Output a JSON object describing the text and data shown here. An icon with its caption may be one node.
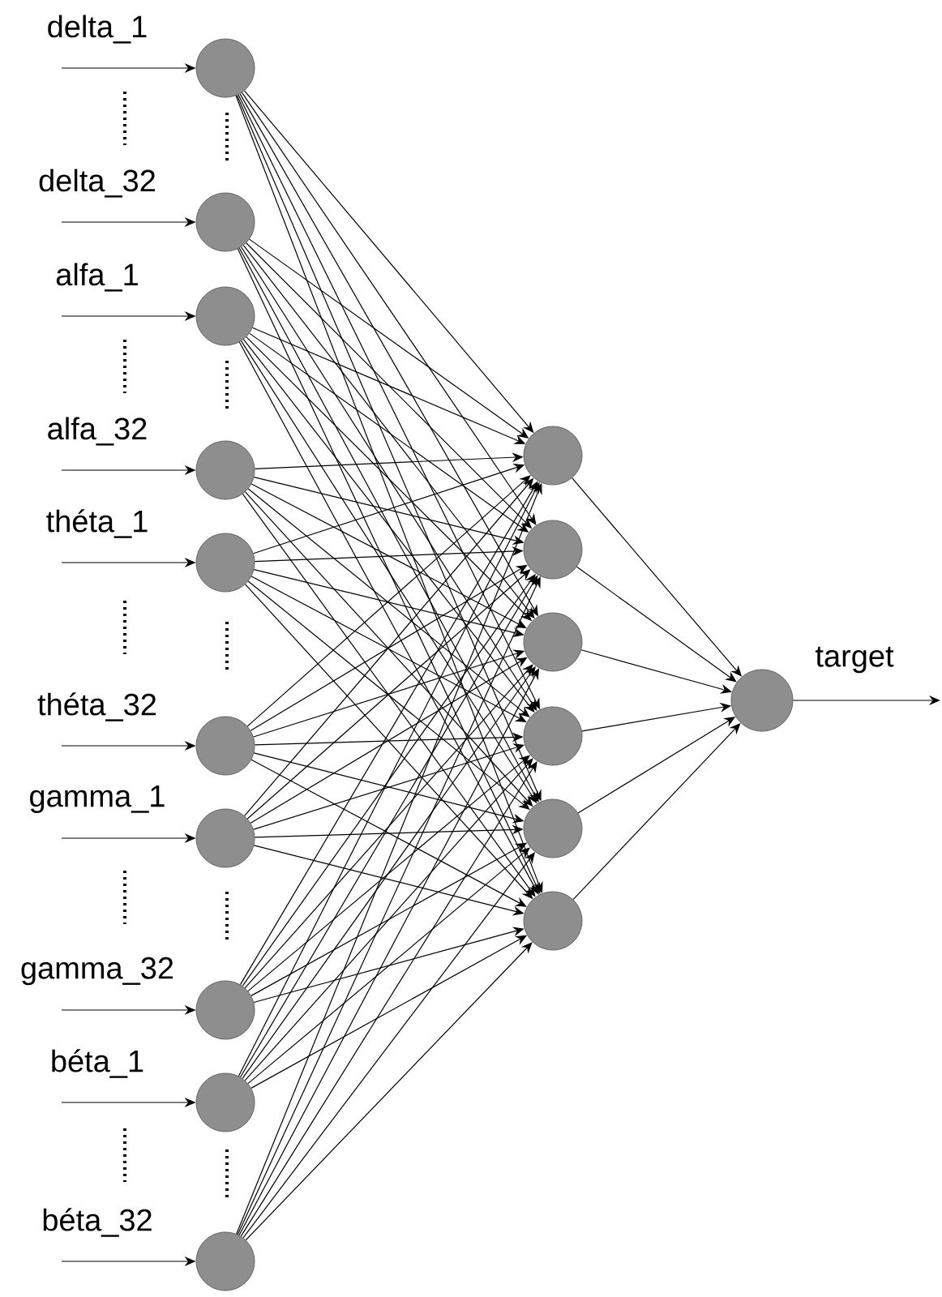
{
  "diagram": {
    "nodes": [
      {
        "text": [],
        "shape": "circle"
      },
      {
        "text": [],
        "shape": "circle"
      },
      {
        "text": [],
        "shape": "circle"
      },
      {
        "text": [],
        "shape": "circle"
      },
      {
        "text": [],
        "shape": "circle"
      },
      {
        "text": [],
        "shape": "circle"
      },
      {
        "text": [],
        "shape": "circle"
      },
      {
        "text": [],
        "shape": "circle"
      },
      {
        "text": [],
        "shape": "circle"
      },
      {
        "text": [],
        "shape": "circle"
      },
      {
        "text": [],
        "shape": "circle"
      },
      {
        "text": [],
        "shape": "circle"
      },
      {
        "text": [],
        "shape": "circle"
      },
      {
        "text": [],
        "shape": "circle"
      },
      {
        "text": [],
        "shape": "circle"
      },
      {
        "text": [],
        "shape": "circle"
      },
      {
        "text": [],
        "shape": "circle"
      }
    ],
    "edges": [
      {
        "from": null,
        "to": 0,
        "arrow": "to",
        "label": "delta_1"
      },
      {
        "from": null,
        "to": 1,
        "arrow": "to",
        "label": "delta_32"
      },
      {
        "from": null,
        "to": 2,
        "arrow": "to",
        "label": "alfa_1"
      },
      {
        "from": null,
        "to": 3,
        "arrow": "to",
        "label": "alfa_32"
      },
      {
        "from": null,
        "to": 4,
        "arrow": "to",
        "label": "théta_1"
      },
      {
        "from": null,
        "to": 5,
        "arrow": "to",
        "label": "théta_32"
      },
      {
        "from": null,
        "to": 6,
        "arrow": "to",
        "label": "gamma_1"
      },
      {
        "from": null,
        "to": 7,
        "arrow": "to",
        "label": "gamma_32"
      },
      {
        "from": null,
        "to": 8,
        "arrow": "to",
        "label": "béta_1"
      },
      {
        "from": null,
        "to": 9,
        "arrow": "to",
        "label": "béta_32"
      },
      {
        "from": 0,
        "to": 10,
        "arrow": "to"
      },
      {
        "from": 0,
        "to": 11,
        "arrow": "to"
      },
      {
        "from": 0,
        "to": 12,
        "arrow": "to"
      },
      {
        "from": 0,
        "to": 13,
        "arrow": "to"
      },
      {
        "from": 0,
        "to": 14,
        "arrow": "to"
      },
      {
        "from": 0,
        "to": 15,
        "arrow": "to"
      },
      {
        "from": 1,
        "to": 10,
        "arrow": "to"
      },
      {
        "from": 1,
        "to": 11,
        "arrow": "to"
      },
      {
        "from": 1,
        "to": 12,
        "arrow": "to"
      },
      {
        "from": 1,
        "to": 13,
        "arrow": "to"
      },
      {
        "from": 1,
        "to": 14,
        "arrow": "to"
      },
      {
        "from": 1,
        "to": 15,
        "arrow": "to"
      },
      {
        "from": 2,
        "to": 10,
        "arrow": "to"
      },
      {
        "from": 2,
        "to": 11,
        "arrow": "to"
      },
      {
        "from": 2,
        "to": 12,
        "arrow": "to"
      },
      {
        "from": 2,
        "to": 13,
        "arrow": "to"
      },
      {
        "from": 2,
        "to": 14,
        "arrow": "to"
      },
      {
        "from": 2,
        "to": 15,
        "arrow": "to"
      },
      {
        "from": 3,
        "to": 10,
        "arrow": "to"
      },
      {
        "from": 3,
        "to": 11,
        "arrow": "to"
      },
      {
        "from": 3,
        "to": 12,
        "arrow": "to"
      },
      {
        "from": 3,
        "to": 13,
        "arrow": "to"
      },
      {
        "from": 3,
        "to": 14,
        "arrow": "to"
      },
      {
        "from": 3,
        "to": 15,
        "arrow": "to"
      },
      {
        "from": 4,
        "to": 10,
        "arrow": "to"
      },
      {
        "from": 4,
        "to": 11,
        "arrow": "to"
      },
      {
        "from": 4,
        "to": 12,
        "arrow": "to"
      },
      {
        "from": 4,
        "to": 13,
        "arrow": "to"
      },
      {
        "from": 4,
        "to": 14,
        "arrow": "to"
      },
      {
        "from": 4,
        "to": 15,
        "arrow": "to"
      },
      {
        "from": 5,
        "to": 10,
        "arrow": "to"
      },
      {
        "from": 5,
        "to": 11,
        "arrow": "to"
      },
      {
        "from": 5,
        "to": 12,
        "arrow": "to"
      },
      {
        "from": 5,
        "to": 13,
        "arrow": "to"
      },
      {
        "from": 5,
        "to": 14,
        "arrow": "to"
      },
      {
        "from": 5,
        "to": 15,
        "arrow": "to"
      },
      {
        "from": 6,
        "to": 10,
        "arrow": "to"
      },
      {
        "from": 6,
        "to": 11,
        "arrow": "to"
      },
      {
        "from": 6,
        "to": 12,
        "arrow": "to"
      },
      {
        "from": 6,
        "to": 13,
        "arrow": "to"
      },
      {
        "from": 6,
        "to": 14,
        "arrow": "to"
      },
      {
        "from": 6,
        "to": 15,
        "arrow": "to"
      },
      {
        "from": 7,
        "to": 10,
        "arrow": "to"
      },
      {
        "from": 7,
        "to": 11,
        "arrow": "to"
      },
      {
        "from": 7,
        "to": 12,
        "arrow": "to"
      },
      {
        "from": 7,
        "to": 13,
        "arrow": "to"
      },
      {
        "from": 7,
        "to": 14,
        "arrow": "to"
      },
      {
        "from": 7,
        "to": 15,
        "arrow": "to"
      },
      {
        "from": 8,
        "to": 10,
        "arrow": "to"
      },
      {
        "from": 8,
        "to": 11,
        "arrow": "to"
      },
      {
        "from": 8,
        "to": 12,
        "arrow": "to"
      },
      {
        "from": 8,
        "to": 13,
        "arrow": "to"
      },
      {
        "from": 8,
        "to": 14,
        "arrow": "to"
      },
      {
        "from": 8,
        "to": 15,
        "arrow": "to"
      },
      {
        "from": 9,
        "to": 10,
        "arrow": "to"
      },
      {
        "from": 9,
        "to": 11,
        "arrow": "to"
      },
      {
        "from": 9,
        "to": 12,
        "arrow": "to"
      },
      {
        "from": 9,
        "to": 13,
        "arrow": "to"
      },
      {
        "from": 9,
        "to": 14,
        "arrow": "to"
      },
      {
        "from": 9,
        "to": 15,
        "arrow": "to"
      },
      {
        "from": 10,
        "to": 16,
        "arrow": "to"
      },
      {
        "from": 11,
        "to": 16,
        "arrow": "to"
      },
      {
        "from": 12,
        "to": 16,
        "arrow": "to"
      },
      {
        "from": 13,
        "to": 16,
        "arrow": "to"
      },
      {
        "from": 14,
        "to": 16,
        "arrow": "to"
      },
      {
        "from": 15,
        "to": 16,
        "arrow": "to"
      },
      {
        "from": 16,
        "to": null,
        "arrow": "to",
        "label": "target"
      }
    ]
  }
}
